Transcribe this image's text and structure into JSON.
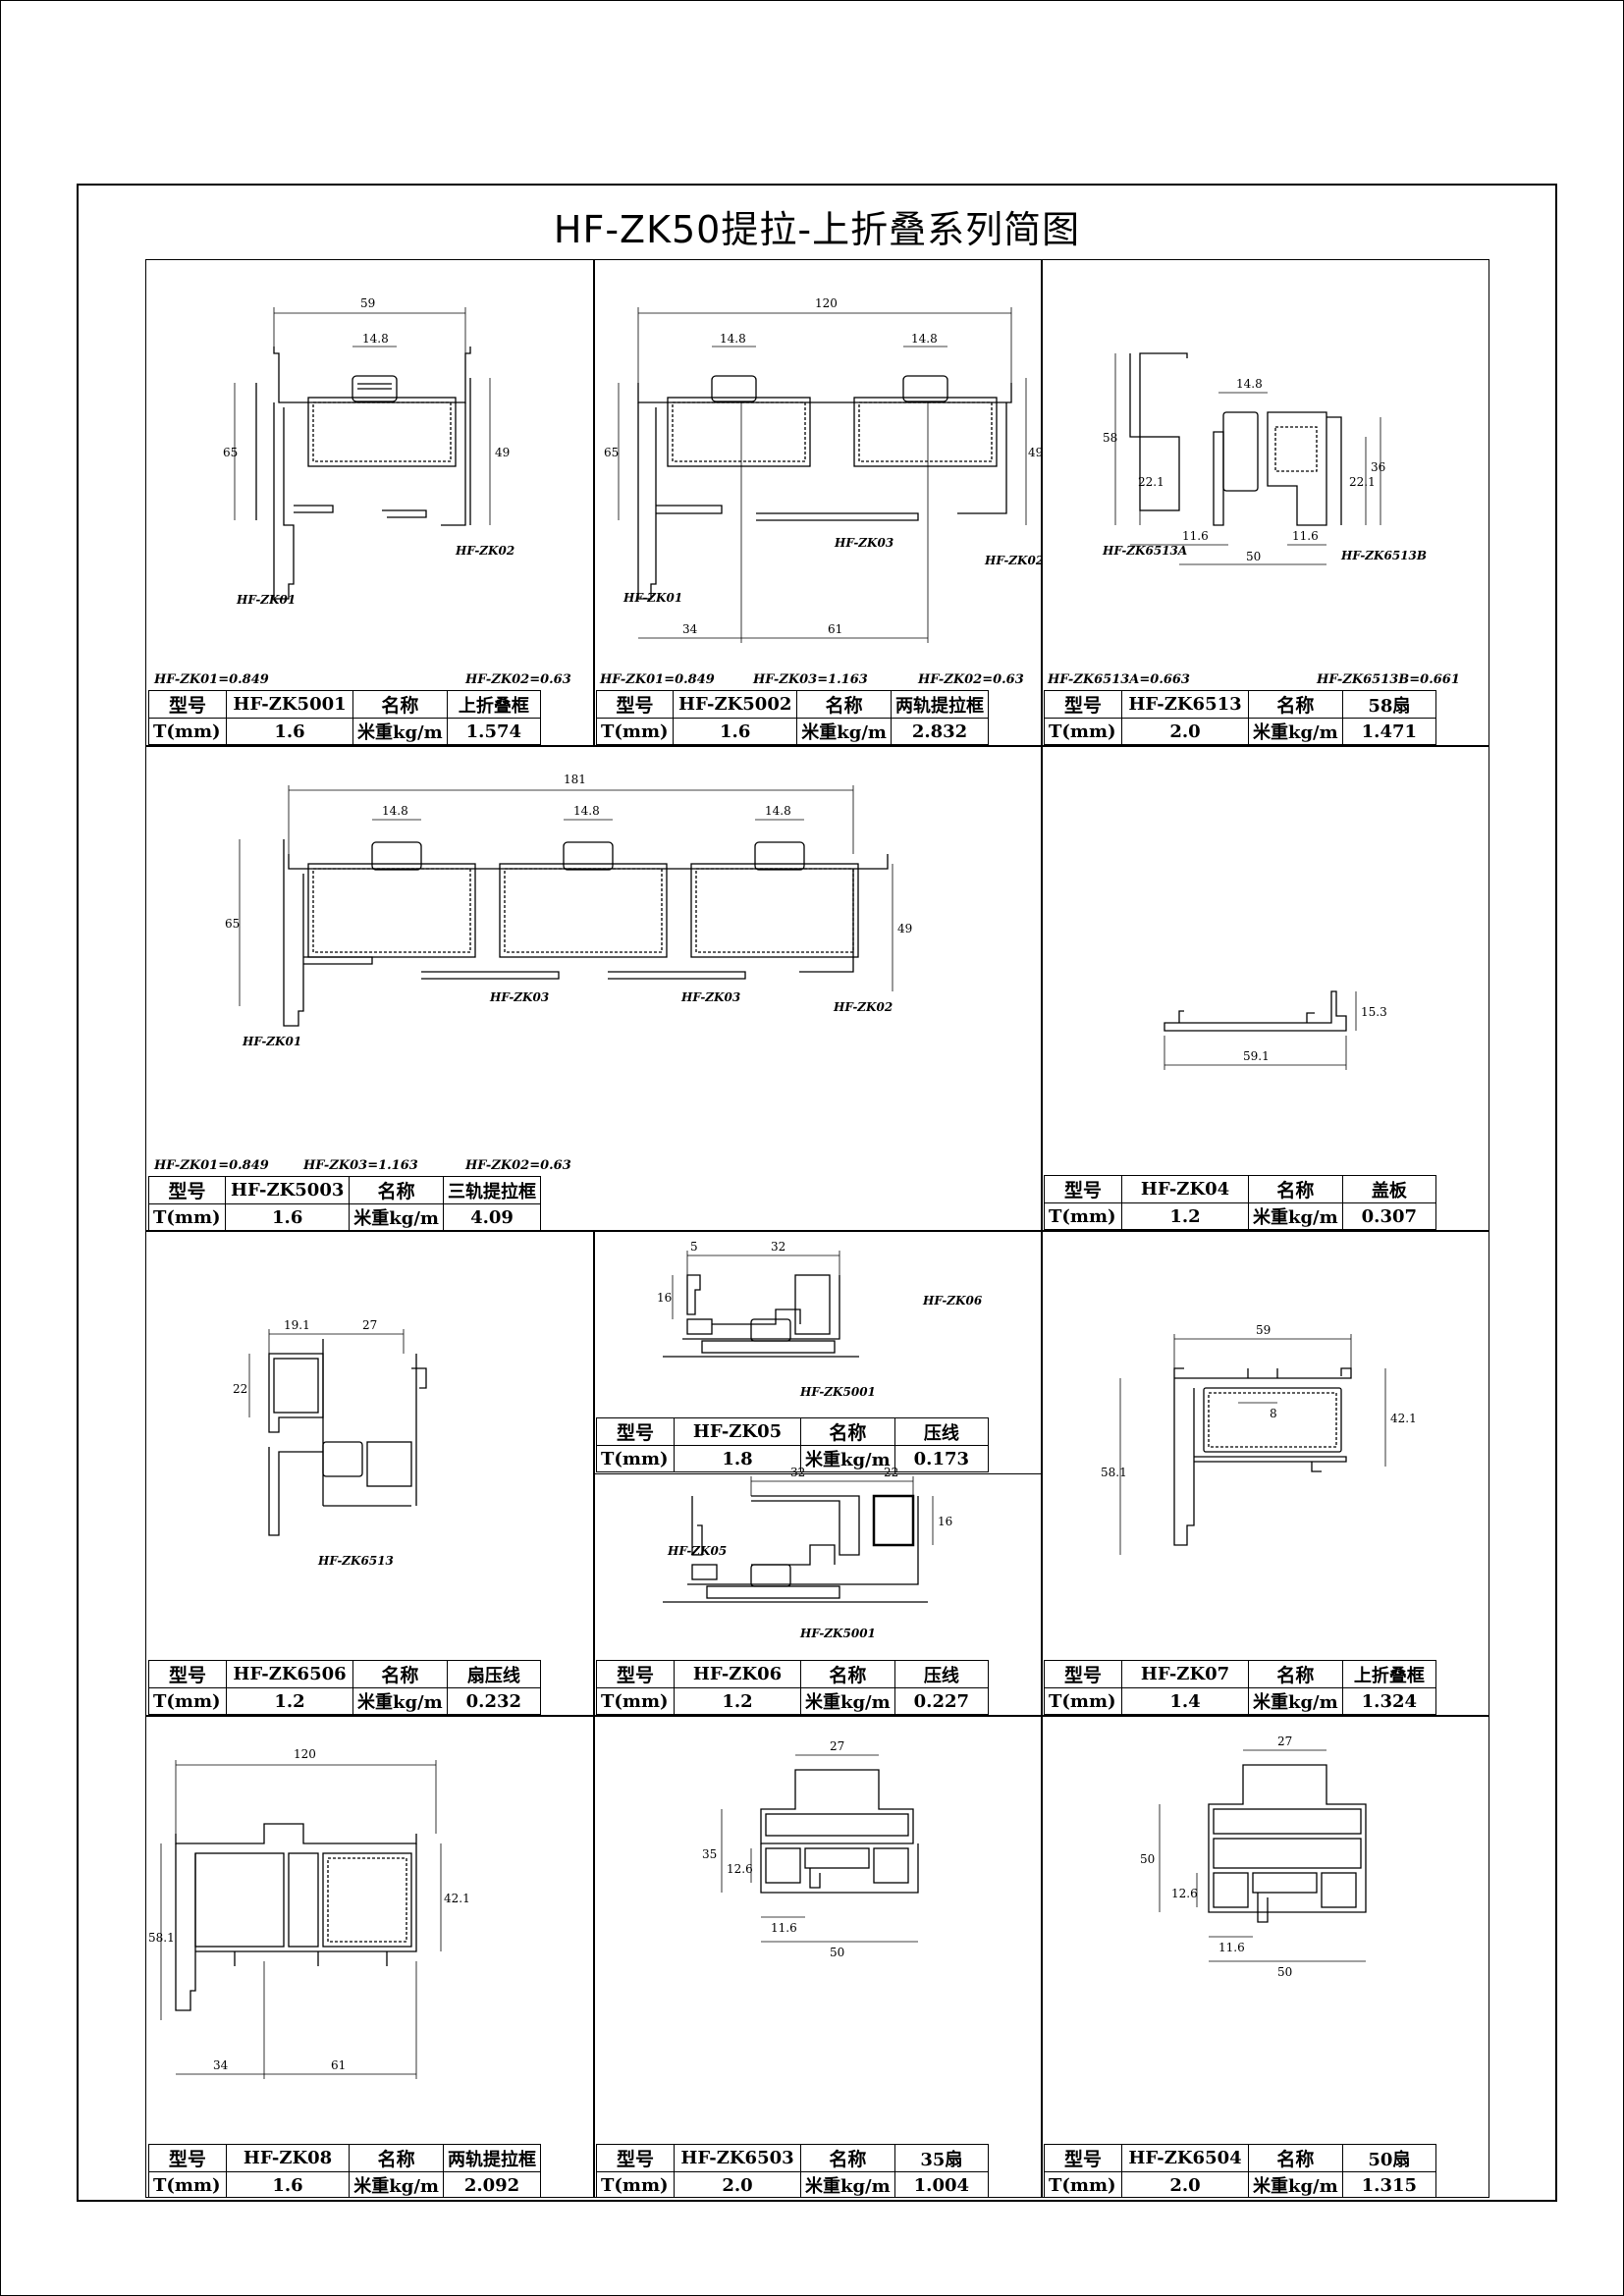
{
  "title": "HF-ZK50提拉-上折叠系列简图",
  "headers": {
    "model": "型号",
    "name": "名称",
    "thickness": "T(mm)",
    "weight": "米重kg/m"
  },
  "cells": [
    {
      "id": "c1",
      "weights": [
        "HF-ZK01=0.849",
        "HF-ZK02=0.63"
      ],
      "spec": {
        "model": "HF-ZK5001",
        "name": "上折叠框",
        "t": "1.6",
        "w": "1.574"
      },
      "labels": [
        "HF-ZK01",
        "HF-ZK02"
      ],
      "dims": [
        "59",
        "14.8",
        "65",
        "49"
      ]
    },
    {
      "id": "c2",
      "weights": [
        "HF-ZK01=0.849",
        "HF-ZK03=1.163",
        "HF-ZK02=0.63"
      ],
      "spec": {
        "model": "HF-ZK5002",
        "name": "两轨提拉框",
        "t": "1.6",
        "w": "2.832"
      },
      "labels": [
        "HF-ZK01",
        "HF-ZK03",
        "HF-ZK02"
      ],
      "dims": [
        "120",
        "14.8",
        "14.8",
        "65",
        "49",
        "34",
        "61"
      ]
    },
    {
      "id": "c3",
      "weights": [
        "HF-ZK6513A=0.663",
        "HF-ZK6513B=0.661"
      ],
      "spec": {
        "model": "HF-ZK6513",
        "name": "58扇",
        "t": "2.0",
        "w": "1.471"
      },
      "labels": [
        "HF-ZK6513A",
        "HF-ZK6513B"
      ],
      "dims": [
        "14.8",
        "58",
        "22.1",
        "22.1",
        "36",
        "11.6",
        "11.6",
        "50"
      ]
    },
    {
      "id": "c4",
      "weights": [
        "HF-ZK01=0.849",
        "HF-ZK03=1.163",
        "HF-ZK02=0.63"
      ],
      "spec": {
        "model": "HF-ZK5003",
        "name": "三轨提拉框",
        "t": "1.6",
        "w": "4.09"
      },
      "labels": [
        "HF-ZK01",
        "HF-ZK03",
        "HF-ZK03",
        "HF-ZK02"
      ],
      "dims": [
        "181",
        "14.8",
        "14.8",
        "14.8",
        "65",
        "49"
      ]
    },
    {
      "id": "c5",
      "weights": [],
      "spec": {
        "model": "HF-ZK04",
        "name": "盖板",
        "t": "1.2",
        "w": "0.307"
      },
      "labels": [],
      "dims": [
        "15.3",
        "59.1"
      ]
    },
    {
      "id": "c6",
      "weights": [],
      "spec": {
        "model": "HF-ZK6506",
        "name": "扇压线",
        "t": "1.2",
        "w": "0.232"
      },
      "labels": [
        "HF-ZK6513"
      ],
      "dims": [
        "19.1",
        "27",
        "22"
      ]
    },
    {
      "id": "c7a",
      "weights": [],
      "spec": {
        "model": "HF-ZK05",
        "name": "压线",
        "t": "1.8",
        "w": "0.173"
      },
      "labels": [
        "HF-ZK06",
        "HF-ZK5001"
      ],
      "dims": [
        "5",
        "32",
        "16"
      ]
    },
    {
      "id": "c7b",
      "weights": [],
      "spec": {
        "model": "HF-ZK06",
        "name": "压线",
        "t": "1.2",
        "w": "0.227"
      },
      "labels": [
        "HF-ZK05",
        "HF-ZK5001"
      ],
      "dims": [
        "32",
        "22",
        "16"
      ]
    },
    {
      "id": "c8",
      "weights": [],
      "spec": {
        "model": "HF-ZK07",
        "name": "上折叠框",
        "t": "1.4",
        "w": "1.324"
      },
      "labels": [],
      "dims": [
        "59",
        "8",
        "58.1",
        "42.1"
      ]
    },
    {
      "id": "c9",
      "weights": [],
      "spec": {
        "model": "HF-ZK08",
        "name": "两轨提拉框",
        "t": "1.6",
        "w": "2.092"
      },
      "labels": [],
      "dims": [
        "120",
        "58.1",
        "42.1",
        "34",
        "61"
      ]
    },
    {
      "id": "c10",
      "weights": [],
      "spec": {
        "model": "HF-ZK6503",
        "name": "35扇",
        "t": "2.0",
        "w": "1.004"
      },
      "labels": [],
      "dims": [
        "27",
        "35",
        "12.6",
        "11.6",
        "50"
      ]
    },
    {
      "id": "c11",
      "weights": [],
      "spec": {
        "model": "HF-ZK6504",
        "name": "50扇",
        "t": "2.0",
        "w": "1.315"
      },
      "labels": [],
      "dims": [
        "27",
        "50",
        "12.6",
        "11.6",
        "50"
      ]
    }
  ]
}
